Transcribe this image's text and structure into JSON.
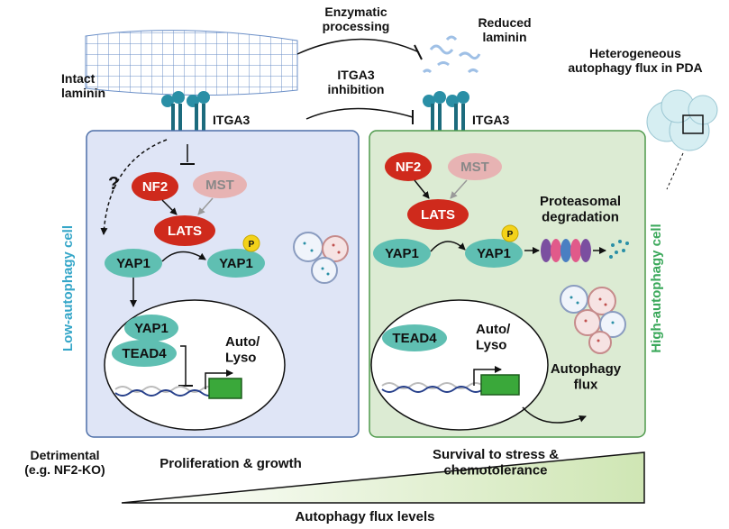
{
  "top": {
    "enzymatic": "Enzymatic\nprocessing",
    "reduced_laminin": "Reduced\nlaminin",
    "itga3_inhibition": "ITGA3\ninhibition",
    "intact_laminin": "Intact\nlaminin",
    "itga3_left": "ITGA3",
    "itga3_right": "ITGA3",
    "heterogeneous": "Heterogeneous\nautophagy flux in PDA"
  },
  "left_cell": {
    "side_label": "Low-autophagy cell",
    "question": "?",
    "nf2": "NF2",
    "mst": "MST",
    "lats": "LATS",
    "yap1_a": "YAP1",
    "yap1_b": "YAP1",
    "p": "P",
    "yap1_nuc": "YAP1",
    "tead4": "TEAD4",
    "auto_lyso": "Auto/\nLyso"
  },
  "right_cell": {
    "side_label": "High-autophagy cell",
    "nf2": "NF2",
    "mst": "MST",
    "lats": "LATS",
    "yap1_a": "YAP1",
    "yap1_b": "YAP1",
    "p": "P",
    "proteasomal": "Proteasomal\ndegradation",
    "tead4": "TEAD4",
    "auto_lyso": "Auto/\nLyso",
    "autophagy_flux": "Autophagy\nflux"
  },
  "bottom": {
    "detrimental": "Detrimental\n(e.g. NF2-KO)",
    "proliferation": "Proliferation & growth",
    "survival": "Survival to stress &\nchemotolerance",
    "axis": "Autophagy flux levels"
  },
  "colors": {
    "left_cell_fill": "#dfe5f6",
    "left_cell_stroke": "#4d6fa8",
    "right_cell_fill": "#dcebd3",
    "right_cell_stroke": "#4f9a4c",
    "red": "#cf2a1c",
    "pink": "#e7b3b3",
    "teal": "#5fbfb2",
    "yellow": "#f3d21a",
    "left_label": "#35a6c8",
    "right_label": "#3aa85a",
    "gradient_green": "#cfe6b4"
  }
}
